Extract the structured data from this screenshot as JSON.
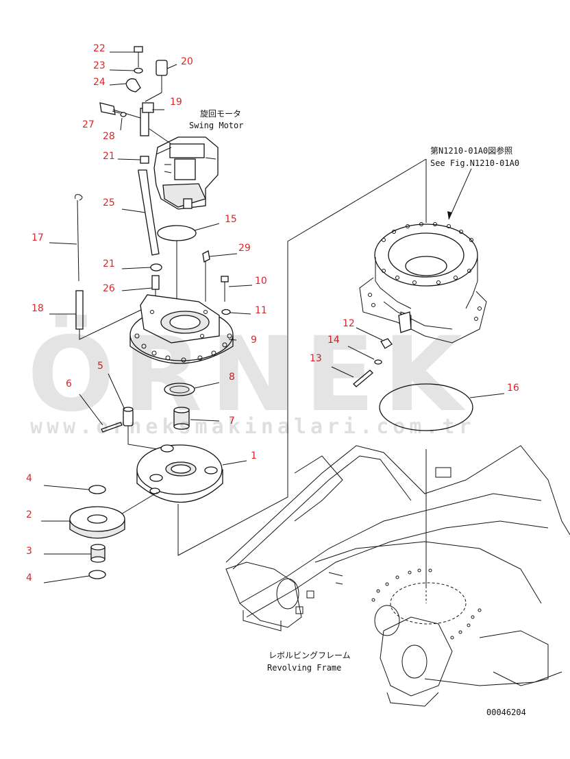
{
  "callouts": [
    {
      "id": "c22",
      "text": "22"
    },
    {
      "id": "c23",
      "text": "23"
    },
    {
      "id": "c24",
      "text": "24"
    },
    {
      "id": "c20",
      "text": "20"
    },
    {
      "id": "c19",
      "text": "19"
    },
    {
      "id": "c27",
      "text": "27"
    },
    {
      "id": "c28",
      "text": "28"
    },
    {
      "id": "c21a",
      "text": "21"
    },
    {
      "id": "c25",
      "text": "25"
    },
    {
      "id": "c15",
      "text": "15"
    },
    {
      "id": "c17",
      "text": "17"
    },
    {
      "id": "c29",
      "text": "29"
    },
    {
      "id": "c21b",
      "text": "21"
    },
    {
      "id": "c10",
      "text": "10"
    },
    {
      "id": "c26",
      "text": "26"
    },
    {
      "id": "c18",
      "text": "18"
    },
    {
      "id": "c11",
      "text": "11"
    },
    {
      "id": "c9",
      "text": "9"
    },
    {
      "id": "c12",
      "text": "12"
    },
    {
      "id": "c14",
      "text": "14"
    },
    {
      "id": "c13",
      "text": "13"
    },
    {
      "id": "c16",
      "text": "16"
    },
    {
      "id": "c5",
      "text": "5"
    },
    {
      "id": "c6",
      "text": "6"
    },
    {
      "id": "c8",
      "text": "8"
    },
    {
      "id": "c7",
      "text": "7"
    },
    {
      "id": "c1",
      "text": "1"
    },
    {
      "id": "c4a",
      "text": "4"
    },
    {
      "id": "c2",
      "text": "2"
    },
    {
      "id": "c3",
      "text": "3"
    },
    {
      "id": "c4b",
      "text": "4"
    }
  ],
  "labels": {
    "swing_motor_jp": "旋回モータ",
    "swing_motor_en": "Swing Motor",
    "see_fig_jp": "第N1210-01A0図参照",
    "see_fig_en": "See Fig.N1210-01A0",
    "frame_jp": "レボルビングフレーム",
    "frame_en": "Revolving Frame",
    "drawing_number": "00046204"
  },
  "watermark": {
    "brand": "ÖRNEK",
    "url": "www.orneksmakinalari.com.tr"
  },
  "colors": {
    "callout": "#d9262b",
    "line": "#111111",
    "watermark": "#000000"
  }
}
